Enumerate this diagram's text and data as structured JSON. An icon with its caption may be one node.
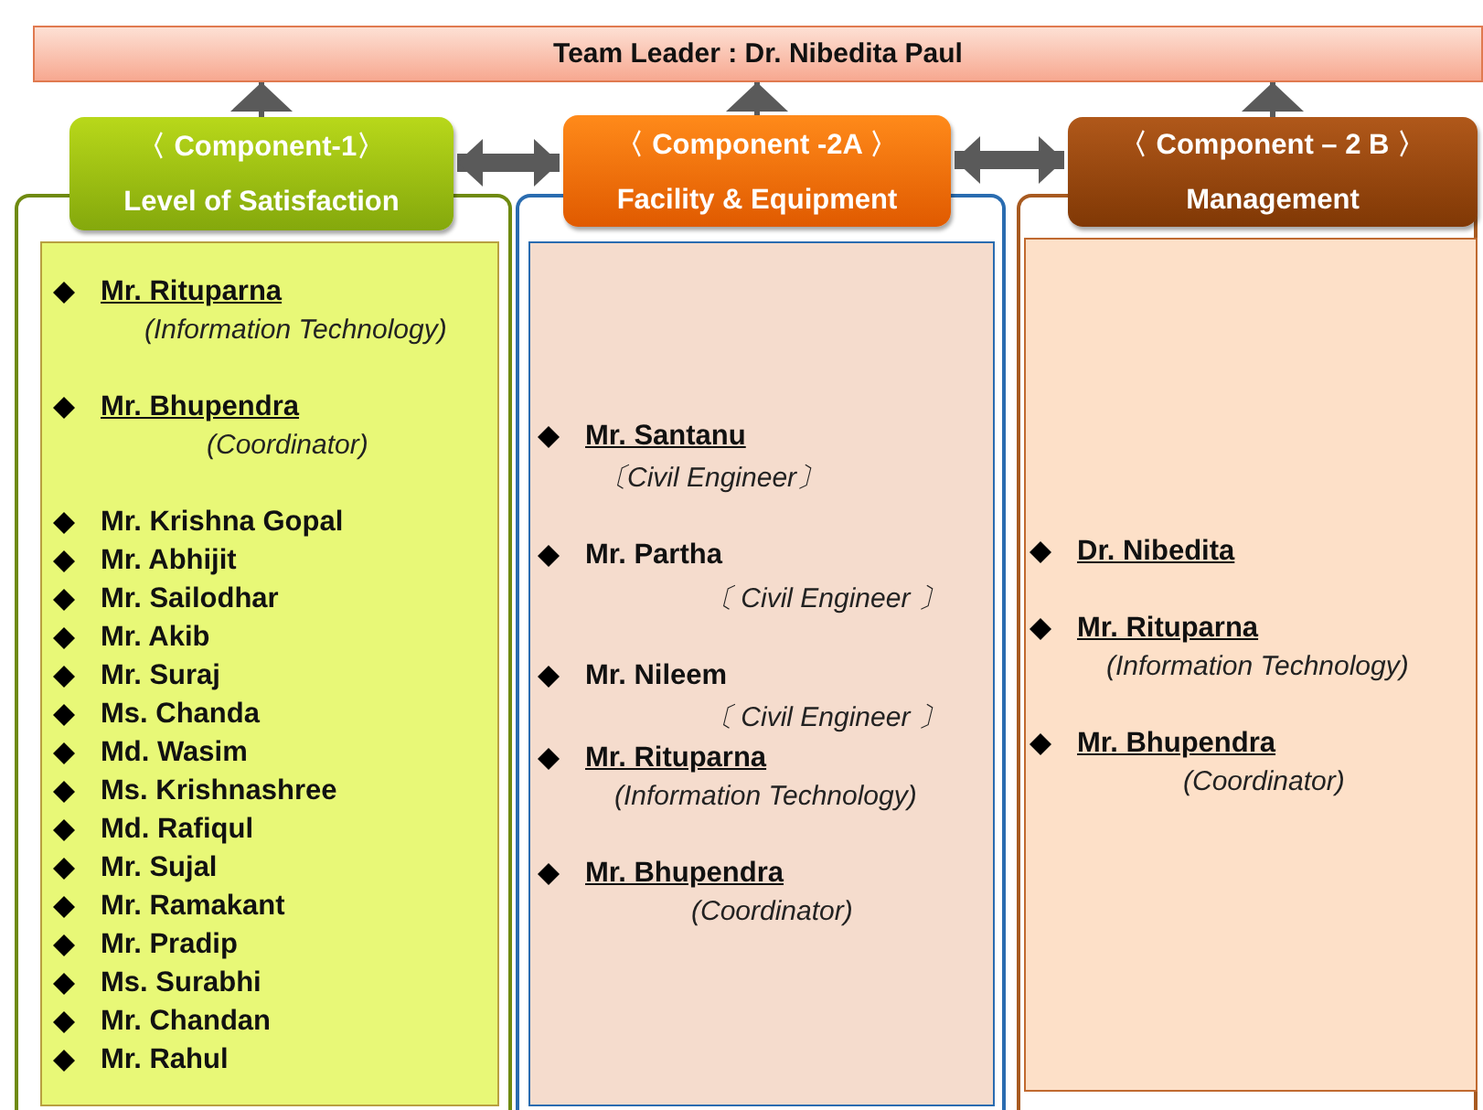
{
  "diagram": {
    "nodes": [
      {
        "text": [
          "Team Leader : Dr. Nibedita Paul"
        ]
      },
      {
        "text": [
          "〈 Component-1〉",
          "Level of Satisfaction"
        ]
      },
      {
        "text": [
          "〈 Component -2A 〉",
          "Facility & Equipment"
        ]
      },
      {
        "text": [
          "〈 Component – 2 B 〉",
          "Management"
        ]
      },
      {
        "text": [
          "Mr. Rituparna",
          "(Information Technology)",
          "Mr. Bhupendra",
          "(Coordinator)",
          "Mr. Krishna Gopal",
          "Mr. Abhijit",
          "Mr. Sailodhar",
          "Mr. Akib",
          "Mr.  Suraj",
          "Ms. Chanda",
          "Md. Wasim",
          "Ms. Krishnashree",
          "Md. Rafiqul",
          "Mr. Sujal",
          "Mr. Ramakant",
          "Mr. Pradip",
          "Ms. Surabhi",
          "Mr. Chandan",
          "Mr. Rahul"
        ]
      },
      {
        "text": [
          "Mr.  Santanu",
          "〔Civil Engineer〕",
          "Mr. Partha",
          "〔 Civil Engineer 〕",
          "Mr. Nileem",
          "〔 Civil Engineer 〕",
          "Mr. Rituparna",
          "(Information Technology)",
          "Mr. Bhupendra",
          "(Coordinator)"
        ]
      },
      {
        "text": [
          "Dr.  Nibedita",
          "Mr. Rituparna",
          "(Information Technology)",
          "Mr. Bhupendra",
          "(Coordinator)"
        ]
      }
    ],
    "edges": [
      {
        "from": 1,
        "to": 0,
        "arrow": "to"
      },
      {
        "from": 2,
        "to": 0,
        "arrow": "to"
      },
      {
        "from": 3,
        "to": 0,
        "arrow": "to"
      },
      {
        "from": 1,
        "to": 2,
        "arrow": "both",
        "style": "thick"
      },
      {
        "from": 2,
        "to": 3,
        "arrow": "both",
        "style": "thick"
      }
    ]
  }
}
